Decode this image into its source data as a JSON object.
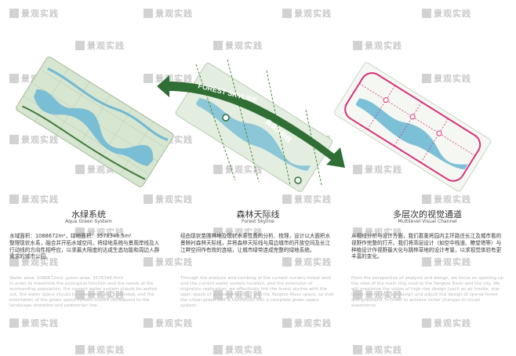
{
  "watermark": "景观实践",
  "colors": {
    "water": "#6fb9d4",
    "green_base": "#d7e6d0",
    "green_dark": "#3f7a3a",
    "arrow_green": "#2f6e34",
    "corridor_pink": "#d6337a",
    "grid_line": "#b8c9b1"
  },
  "panels": [
    {
      "title_zh": "水绿系统",
      "title_en": "Aqua Green System",
      "text_zh": "水域面积：1088672m²，绿地面积：3578346.5m²\n整理现状水系，融合并开拓水域空间，将绿地系统与景观岸线及人行动线的方向性相呼应，以求最大限度的达成生态功能和周边人群需求的城市公园。",
      "text_en": "Water area: 1088672m2, green area: 3578346.5m2\nIn order to maximize the ecological function and the needs of the surrounding population, the current water system should be sorted out, the water space should be integrated and expanded, and the orientation of the green space system should correspond to the landscape shoreline and pedestrian line."
    },
    {
      "title_zh": "森林天际线",
      "title_en": "Forest Skyline",
      "arrow_label_en": "FOREST SKYLINE",
      "arrow_label_zh": "森林天际线",
      "text_zh": "经由现状苗圃林地及现状水系位置的分析、梳理，设计以大面积水景映衬森林天际线，并将森林天际线与周边城市的开放空间及长江江畔空间作有效的连结，让城市绿带连成完整的绿地系统。",
      "text_en": "Through the analysis and combing of the current nursery forest land and the current water system location, and the extension of migration replication, we effectively link the forest skyline with the open space of surrounding cities and the Yangtze River space, so that the urban green belt is connected into a complete green space system."
    },
    {
      "title_zh": "多层次的视觉通道",
      "title_en": "Multilevel Visual Channel",
      "text_zh": "从视线分析与设计方面，我们着重将园内主环路往长江及城市看的视野作完整的打开。我们将高层设计（如空中栈道、瞭望塔等）与种植设计作视野最大化与跳林草地的设计考量，以求视觉体验有更丰富的变化。",
      "text_en": "From the perspective of analysis and design, we focus on opening up the view of the main ring road to the Yangtze River and the city. We will maximize the vision of high-rise design (such as air trestle, star tower, etc) and plant design and adjust the design of sparse forest and grassland, in order to achieve richer changes in visual experience."
    }
  ]
}
